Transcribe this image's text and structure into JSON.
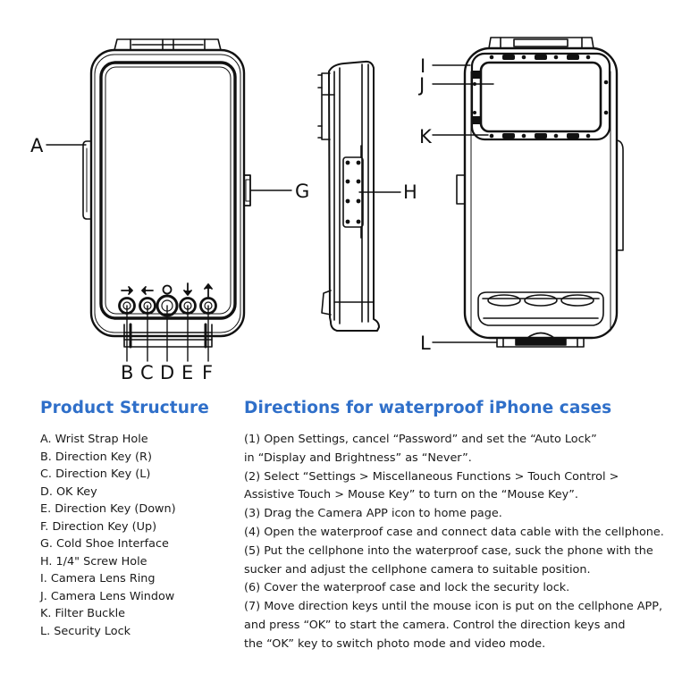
{
  "diagram": {
    "callouts": {
      "A": "A",
      "B": "B",
      "C": "C",
      "D": "D",
      "E": "E",
      "F": "F",
      "G": "G",
      "H": "H",
      "I": "I",
      "J": "J",
      "K": "K",
      "L": "L"
    },
    "key_icons": [
      "arrow-right-icon",
      "arrow-left-icon",
      "ok-circle-icon",
      "arrow-down-icon",
      "arrow-up-icon"
    ]
  },
  "product_structure": {
    "title": "Product Structure",
    "items": [
      "A. Wrist Strap Hole",
      "B. Direction Key (R)",
      "C. Direction Key (L)",
      "D. OK Key",
      "E. Direction Key (Down)",
      "F. Direction Key (Up)",
      "G. Cold Shoe Interface",
      "H. 1/4\" Screw Hole",
      "I. Camera Lens Ring",
      "J. Camera Lens Window",
      "K. Filter Buckle",
      "L. Security Lock"
    ]
  },
  "directions": {
    "title": "Directions for waterproof iPhone cases",
    "lines": [
      "(1) Open Settings, cancel “Password” and set the “Auto Lock”",
      "in “Display and Brightness” as “Never”.",
      "(2) Select “Settings > Miscellaneous Functions > Touch Control >",
      "Assistive Touch > Mouse Key” to turn on the “Mouse Key”.",
      "(3) Drag the Camera APP icon to home page.",
      "(4) Open the waterproof case and connect data cable with the cellphone.",
      "(5) Put the cellphone into the waterproof case, suck the phone with the",
      "sucker and adjust the cellphone camera to suitable position.",
      "(6) Cover the waterproof case and lock the security lock.",
      "(7) Move direction keys until the mouse icon is put on the cellphone APP,",
      "and press “OK” to start the camera. Control the direction keys and",
      "the “OK” key to switch photo mode and video mode."
    ]
  },
  "colors": {
    "heading": "#2f6fc9",
    "line": "#111111",
    "text": "#1a1a1a"
  }
}
